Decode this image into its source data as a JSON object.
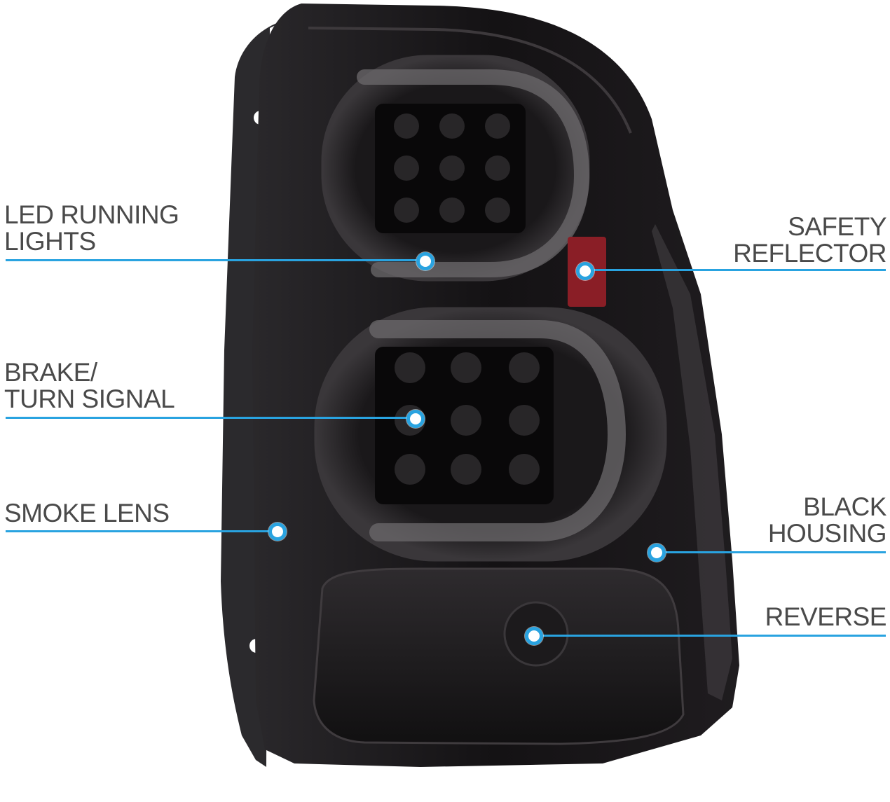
{
  "colors": {
    "accent": "#29a3e0",
    "label_text": "#4a4a4a",
    "housing": "#151315",
    "bracket": "#2a2a2c",
    "reflector": "#8a1e26"
  },
  "callouts": {
    "led_running": {
      "line1": "LED RUNNING",
      "line2": "LIGHTS"
    },
    "brake_turn": {
      "line1": "BRAKE/",
      "line2": "TURN SIGNAL"
    },
    "smoke_lens": {
      "line1": "SMOKE LENS"
    },
    "safety_reflector": {
      "line1": "SAFETY",
      "line2": "REFLECTOR"
    },
    "black_housing": {
      "line1": "BLACK",
      "line2": "HOUSING"
    },
    "reverse": {
      "line1": "REVERSE"
    }
  }
}
